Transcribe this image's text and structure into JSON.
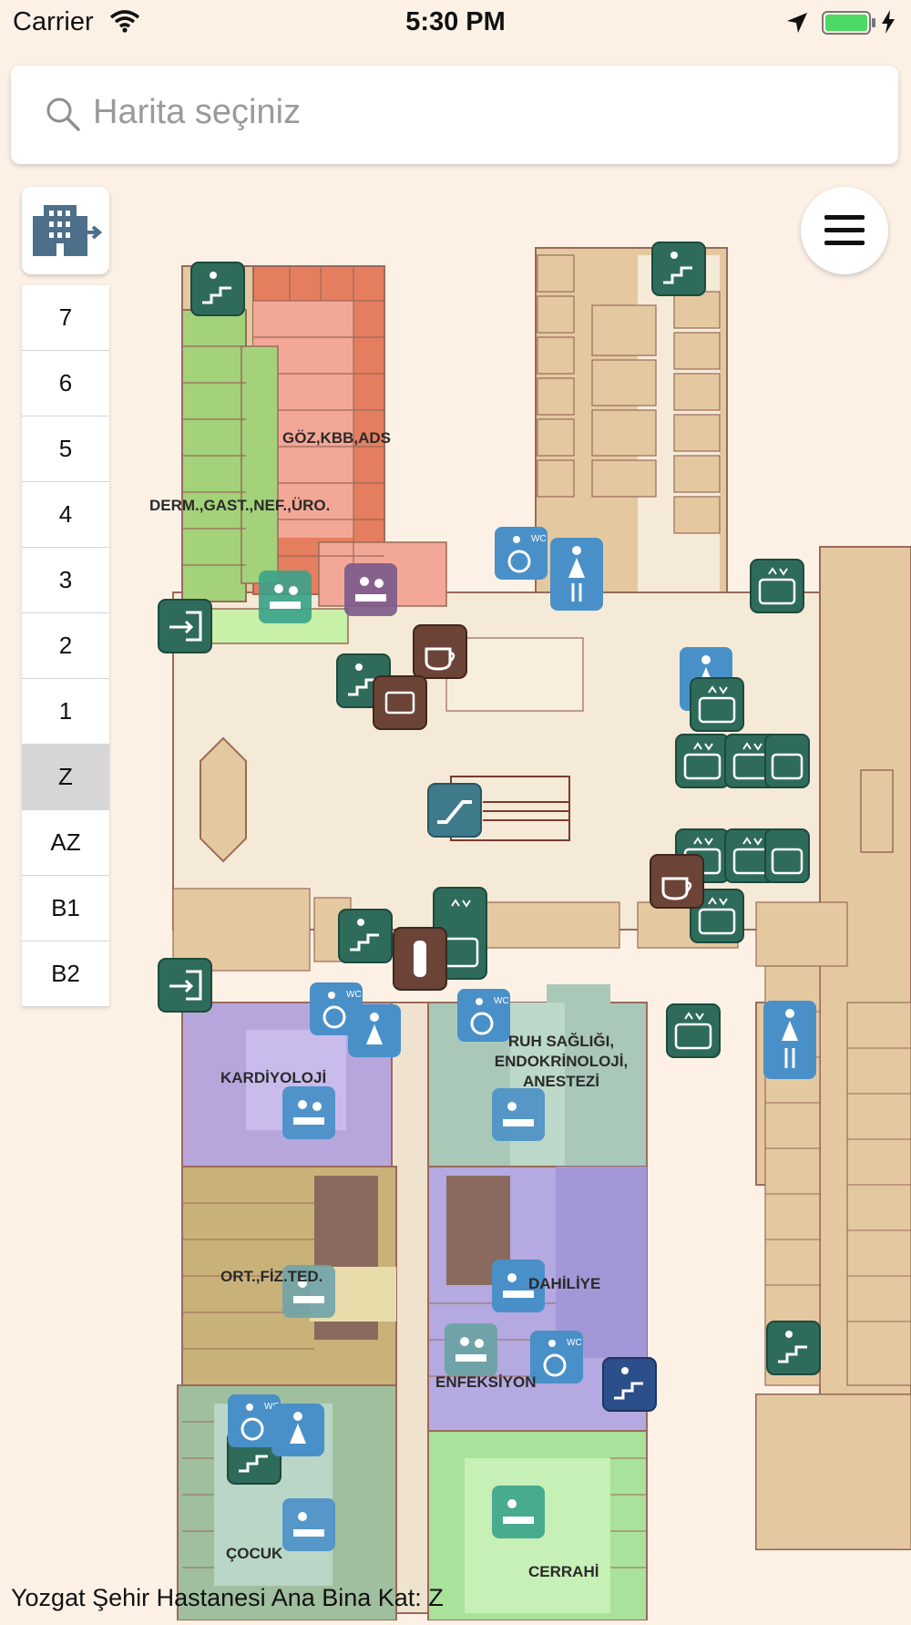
{
  "status_bar": {
    "carrier": "Carrier",
    "time": "5:30 PM",
    "wifi_icon": "wifi-icon",
    "location_icon": "location-arrow-icon",
    "battery_icon": "battery-icon",
    "battery_level": 1.0,
    "charging_icon": "charging-bolt-icon"
  },
  "search": {
    "placeholder": "Harita seçiniz",
    "icon": "search-icon"
  },
  "building_button": {
    "icon": "building-icon"
  },
  "menu_button": {
    "icon": "hamburger-menu-icon"
  },
  "floors": {
    "items": [
      "7",
      "6",
      "5",
      "4",
      "3",
      "2",
      "1",
      "Z",
      "AZ",
      "B1",
      "B2"
    ],
    "selected": "Z"
  },
  "map": {
    "departments": [
      "GÖZ,KBB,ADS",
      "DERM.,GAST.,NEF.,ÜRO.",
      "KARDİYOLOJİ",
      "RUH SAĞLIĞI, ENDOKRİNOLOJİ, ANESTEZİ",
      "ORT.,FİZ.TED.",
      "DAHİLİYE",
      "ENFEKSİYON",
      "ÇOCUK",
      "CERRAHİ"
    ],
    "colors": {
      "background": "#fdf1e6",
      "corridor": "#f5ead8",
      "room": "#e4c9a0",
      "wall": "#9b6a5a",
      "goz": "#e57e5e",
      "goz_light": "#f3a796",
      "derm": "#a3d27a",
      "kardiyoloji": "#b7a6dc",
      "ruh": "#a9c8b8",
      "ortopedi": "#c9b27a",
      "dahiliye": "#b4a9e0",
      "cocuk": "#9fbf9f",
      "cerrahi": "#a9e29a",
      "icon_teal": "#2f6b5a",
      "icon_blue": "#4a90c8",
      "icon_brown": "#6b4437"
    },
    "icons": [
      "stairs-icon",
      "exit-icon",
      "wheelchair-wc-icon",
      "women-wc-icon",
      "elevator-icon",
      "cafe-icon",
      "escalator-icon",
      "atm-icon",
      "water-icon",
      "registration-desk-icon",
      "consultation-icon"
    ]
  },
  "footer": {
    "caption": "Yozgat Şehir Hastanesi Ana Bina Kat: Z"
  }
}
